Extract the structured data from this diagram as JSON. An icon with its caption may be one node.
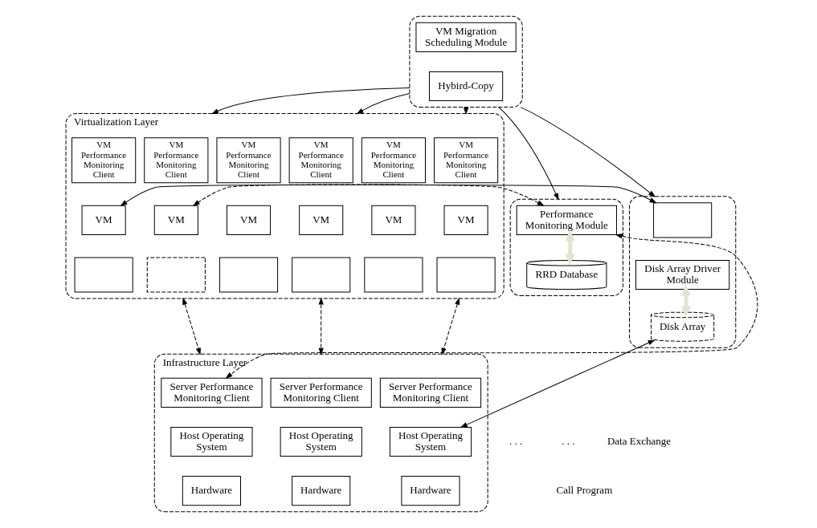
{
  "diagram": {
    "nodes": [
      {
        "text": [],
        "shape": "box"
      },
      {
        "text": [
          "VM Migration Scheduling Module"
        ],
        "in": 0
      },
      {
        "text": [
          "Hybird-Copy"
        ],
        "in": 0
      },
      {
        "text": [
          "Virtualization Layer"
        ]
      },
      {
        "text": [
          "VM Performance Monitoring Client"
        ],
        "in": 3
      },
      {
        "text": [
          "VM"
        ],
        "in": 3
      },
      {
        "text": [],
        "shape": "box",
        "in": 3
      },
      {
        "text": [
          "VM Performance Monitoring Client"
        ],
        "in": 3
      },
      {
        "text": [
          "VM"
        ],
        "in": 3
      },
      {
        "text": [],
        "shape": "box",
        "in": 3
      },
      {
        "text": [
          "VM Performance Monitoring Client"
        ],
        "in": 3
      },
      {
        "text": [
          "VM"
        ],
        "in": 3
      },
      {
        "text": [],
        "shape": "box",
        "in": 3
      },
      {
        "text": [
          "VM Performance Monitoring Client"
        ],
        "in": 3
      },
      {
        "text": [
          "VM"
        ],
        "in": 3
      },
      {
        "text": [],
        "shape": "box",
        "in": 3
      },
      {
        "text": [
          "VM Performance Monitoring Client"
        ],
        "in": 3
      },
      {
        "text": [
          "VM"
        ],
        "in": 3
      },
      {
        "text": [],
        "shape": "box",
        "in": 3
      },
      {
        "text": [
          "VM Performance Monitoring Client"
        ],
        "in": 3
      },
      {
        "text": [
          "VM"
        ],
        "in": 3
      },
      {
        "text": [],
        "shape": "box",
        "in": 3
      },
      {
        "text": [
          "Infrastructure Layer"
        ]
      },
      {
        "text": [
          "Server Performance Monitoring Client"
        ],
        "in": 22
      },
      {
        "text": [
          "Host Operating System"
        ],
        "in": 22
      },
      {
        "text": [
          "Hardware"
        ],
        "in": 22
      },
      {
        "text": [
          "Server Performance Monitoring Client"
        ],
        "in": 22
      },
      {
        "text": [
          "Host Operating System"
        ],
        "in": 22
      },
      {
        "text": [
          "Hardware"
        ],
        "in": 22
      },
      {
        "text": [
          "Server Performance Monitoring Client"
        ],
        "in": 22
      },
      {
        "text": [
          "Host Operating System"
        ],
        "in": 22
      },
      {
        "text": [
          "Hardware"
        ],
        "in": 22
      },
      {
        "text": [],
        "shape": "box"
      },
      {
        "text": [
          "Performance Monitoring Module"
        ],
        "in": 32
      },
      {
        "text": [
          "RRD Database"
        ],
        "in": 32
      },
      {
        "text": [],
        "shape": "box"
      },
      {
        "text": [],
        "shape": "box",
        "in": 35
      },
      {
        "text": [
          "Disk Array Driver Module"
        ],
        "in": 35
      },
      {
        "text": [
          "Disk Array"
        ],
        "in": 35
      }
    ],
    "edges": [
      {
        "from": 0,
        "to": 32,
        "arrow": "to"
      },
      {
        "from": 0,
        "to": 3,
        "arrow": "to"
      },
      {
        "from": 0,
        "to": 3,
        "arrow": "to"
      },
      {
        "from": 0,
        "to": 3,
        "arrow": "to"
      },
      {
        "from": 0,
        "to": 35,
        "arrow": "to"
      },
      {
        "from": 33,
        "to": 34,
        "arrow": "both",
        "style": "thick",
        "color": "#dfe6cf"
      },
      {
        "from": 33,
        "to": 5,
        "arrow": "both",
        "style": "dashed"
      },
      {
        "from": 33,
        "to": 23,
        "arrow": "both",
        "style": "dashed"
      },
      {
        "from": 3,
        "to": 22,
        "arrow": "both",
        "style": "dashed"
      },
      {
        "from": 3,
        "to": 22,
        "arrow": "both",
        "style": "dashed"
      },
      {
        "from": 3,
        "to": 22,
        "arrow": "both",
        "style": "dashed"
      },
      {
        "from": 20,
        "to": 36,
        "arrow": "both"
      },
      {
        "from": 37,
        "to": 38,
        "arrow": "both",
        "style": "thick",
        "color": "#dfe6cf"
      },
      {
        "from": 38,
        "to": 30,
        "arrow": "both"
      }
    ],
    "labels": [
      ". . .",
      ". . ."
    ],
    "legend": [
      {
        "text": "Data Exchange"
      },
      {
        "text": "Call Program"
      }
    ]
  }
}
